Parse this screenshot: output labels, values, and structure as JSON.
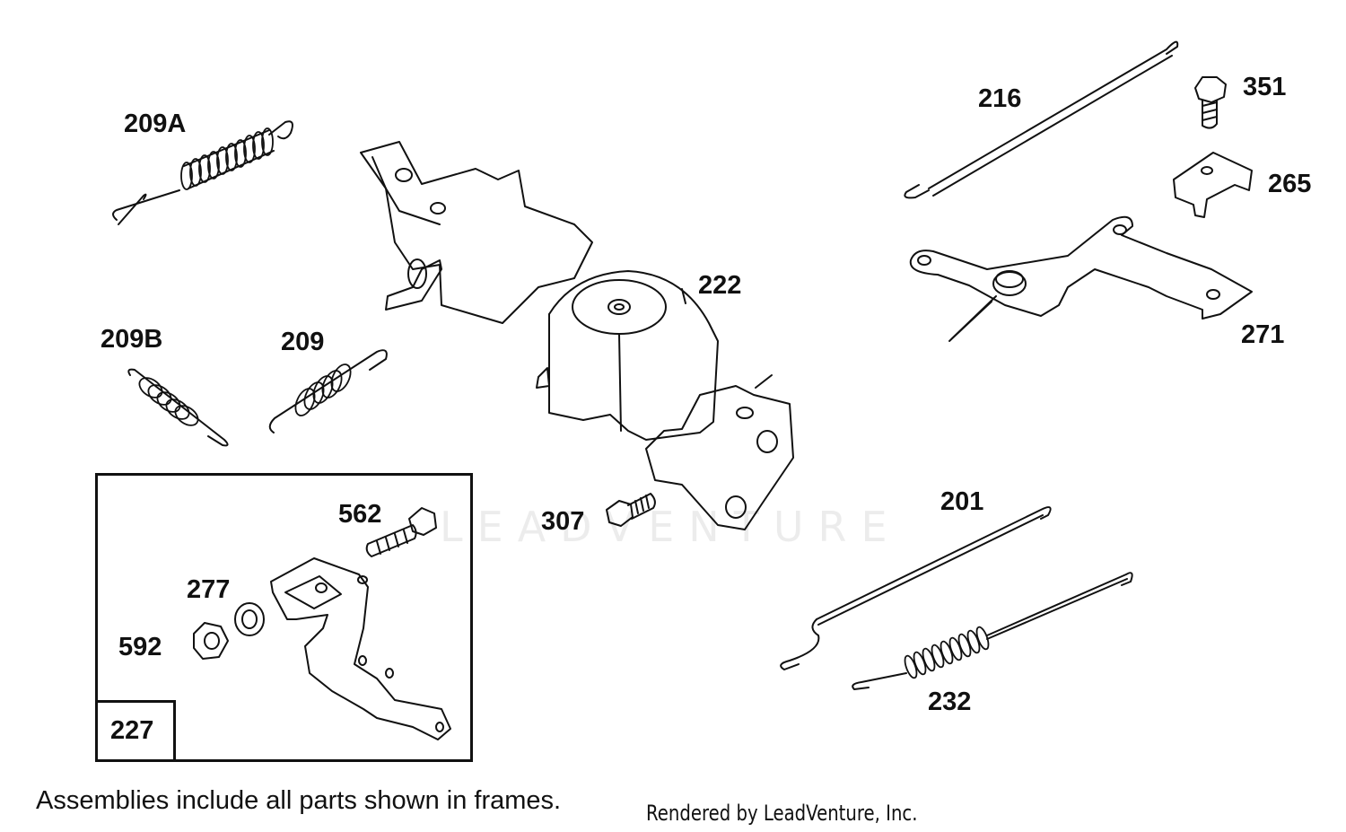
{
  "watermark": "LEADVENTURE",
  "labels": {
    "p209A": "209A",
    "p209B": "209B",
    "p209": "209",
    "p216": "216",
    "p351": "351",
    "p265": "265",
    "p271": "271",
    "p222": "222",
    "p307": "307",
    "p201": "201",
    "p232": "232",
    "p562": "562",
    "p277": "277",
    "p592": "592",
    "p227": "227"
  },
  "footnote": "Assemblies include all parts shown in frames.",
  "credit": "Rendered by LeadVenture, Inc."
}
